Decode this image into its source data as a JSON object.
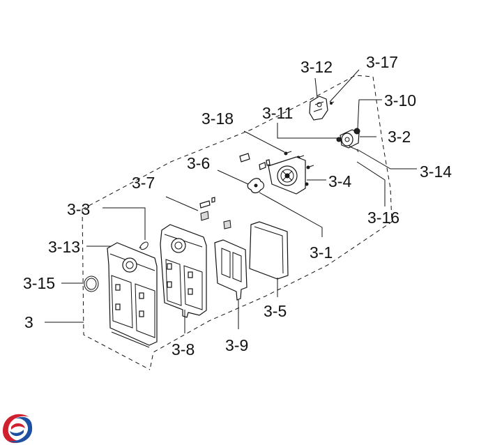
{
  "labels": {
    "l3_12": "3-12",
    "l3_17": "3-17",
    "l3_10": "3-10",
    "l3_11": "3-11",
    "l3_18": "3-18",
    "l3_2": "3-2",
    "l3_14": "3-14",
    "l3_6": "3-6",
    "l3_4": "3-4",
    "l3_16": "3-16",
    "l3_7": "3-7",
    "l3_3": "3-3",
    "l3_13": "3-13",
    "l3_1": "3-1",
    "l3_15": "3-15",
    "l3_5": "3-5",
    "l3": "3",
    "l3_8": "3-8",
    "l3_9": "3-9"
  },
  "colors": {
    "line": "#111111",
    "logo_red": "#d0202e",
    "logo_blue": "#1f4fa0"
  },
  "icons": {
    "logo": "brand-swirl-logo"
  }
}
